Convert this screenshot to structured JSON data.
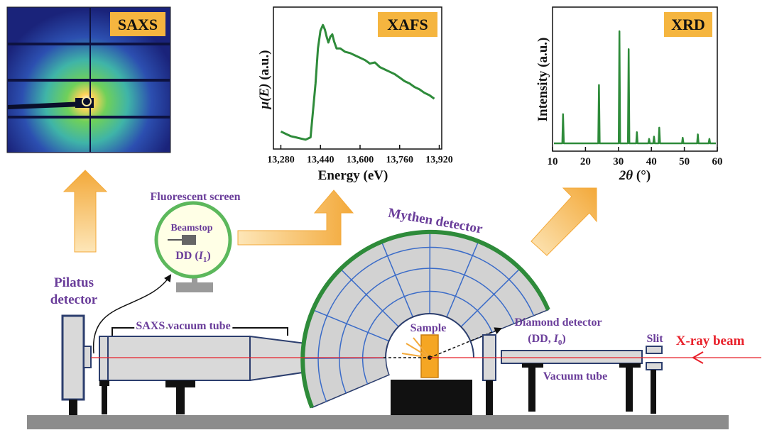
{
  "panels": {
    "saxs": {
      "badge": "SAXS"
    },
    "xafs": {
      "badge": "XAFS",
      "chart_data": {
        "type": "line",
        "xlabel": "Energy (eV)",
        "ylabel_var": "μ(E)",
        "ylabel_unit": " (a.u.)",
        "xlim": [
          13250,
          13930
        ],
        "xticks": [
          13280,
          13440,
          13600,
          13760,
          13920
        ],
        "xtick_labels": [
          "13,280",
          "13,440",
          "13,600",
          "13,760",
          "13,920"
        ],
        "series": [
          {
            "color": "#2e8b3a",
            "x": [
              13280,
              13300,
              13320,
              13340,
              13360,
              13380,
              13400,
              13420,
              13430,
              13440,
              13450,
              13458,
              13465,
              13472,
              13480,
              13488,
              13495,
              13505,
              13520,
              13540,
              13560,
              13580,
              13600,
              13620,
              13640,
              13660,
              13680,
              13700,
              13720,
              13740,
              13760,
              13780,
              13800,
              13820,
              13840,
              13860,
              13880,
              13900
            ],
            "y": [
              0.09,
              0.07,
              0.05,
              0.04,
              0.03,
              0.02,
              0.04,
              0.5,
              0.8,
              0.95,
              1.0,
              0.96,
              0.9,
              0.85,
              0.9,
              0.92,
              0.86,
              0.8,
              0.8,
              0.77,
              0.76,
              0.74,
              0.72,
              0.7,
              0.67,
              0.68,
              0.64,
              0.62,
              0.6,
              0.58,
              0.55,
              0.52,
              0.5,
              0.47,
              0.45,
              0.42,
              0.4,
              0.37
            ]
          }
        ]
      }
    },
    "xrd": {
      "badge": "XRD",
      "chart_data": {
        "type": "line",
        "xlabel_var": "2θ",
        "xlabel_unit": " (°)",
        "ylabel": "Intensity (a.u.)",
        "xlim": [
          10,
          60
        ],
        "xticks": [
          10,
          20,
          30,
          40,
          50,
          60
        ],
        "series": [
          {
            "color": "#2e8b3a",
            "peaks": [
              {
                "x": 13.2,
                "y": 0.26
              },
              {
                "x": 24.1,
                "y": 0.52
              },
              {
                "x": 30.3,
                "y": 1.0
              },
              {
                "x": 33.1,
                "y": 0.84
              },
              {
                "x": 35.6,
                "y": 0.1
              },
              {
                "x": 39.3,
                "y": 0.04
              },
              {
                "x": 40.8,
                "y": 0.06
              },
              {
                "x": 42.4,
                "y": 0.14
              },
              {
                "x": 49.5,
                "y": 0.05
              },
              {
                "x": 54.1,
                "y": 0.08
              },
              {
                "x": 57.6,
                "y": 0.04
              }
            ]
          }
        ]
      }
    }
  },
  "labels": {
    "pilatus_line1": "Pilatus",
    "pilatus_line2": "detector",
    "fluorescent_screen": "Fluorescent screen",
    "beamstop": "Beamstop",
    "dd_i1_main": "DD (",
    "dd_i1_var": "I",
    "dd_i1_sub": "1",
    "dd_i1_close": ")",
    "mythen": "Mythen detector",
    "saxs_tube": "SAXS vacuum tube",
    "sample": "Sample",
    "diamond_line1": "Diamond detector",
    "diamond_line2_main": "(DD, ",
    "diamond_line2_var": "I",
    "diamond_line2_sub": "0",
    "diamond_line2_close": ")",
    "vacuum_tube": "Vacuum tube",
    "slit": "Slit",
    "xray_beam": "X-ray beam"
  },
  "colors": {
    "purple_text": "#6a3d9a",
    "beam_red": "#e8202a",
    "curve_green": "#2e8b3a",
    "badge_orange": "#f5b53f",
    "frame_blue": "#2c3e6e",
    "detector_gray": "#c8c8c8",
    "grid_blue": "#3a6bc8",
    "arc_green": "#2e8b3a",
    "sample_orange": "#f5a623"
  }
}
